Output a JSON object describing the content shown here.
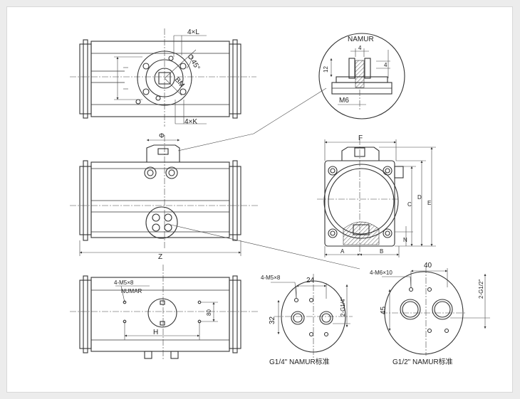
{
  "colors": {
    "background": "#ececec",
    "paper": "#ffffff",
    "line": "#333333"
  },
  "top_view": {
    "dim_4L": "4×L",
    "dim_4K": "4×K",
    "angle": "45°",
    "dim_bm": "BM"
  },
  "detail": {
    "title": "NAMUR",
    "dim_4_top": "4",
    "dim_4_side": "4",
    "dim_12": "12",
    "dim_m6": "M6"
  },
  "front_view": {
    "dim_phi": "Φ",
    "dim_z": "Z"
  },
  "side_view": {
    "dim_f": "F",
    "dim_c": "C",
    "dim_d": "D",
    "dim_e": "E",
    "dim_a": "A",
    "dim_b": "B",
    "dim_n": "N"
  },
  "bottom_view": {
    "label_m5": "4-M5×8",
    "label_numar": "NUMAR",
    "dim_h": "H",
    "dim_80": "80"
  },
  "g14": {
    "label_m5": "4-M5×8",
    "dim_24": "24",
    "dim_32": "32",
    "dim_port": "2-G1/4\"",
    "caption": "G1/4\" NAMUR标准"
  },
  "g12": {
    "label_m6": "4-M6×10",
    "dim_40": "40",
    "dim_45": "45",
    "dim_port": "2-G1/2\"",
    "caption": "G1/2\" NAMUR标准"
  }
}
